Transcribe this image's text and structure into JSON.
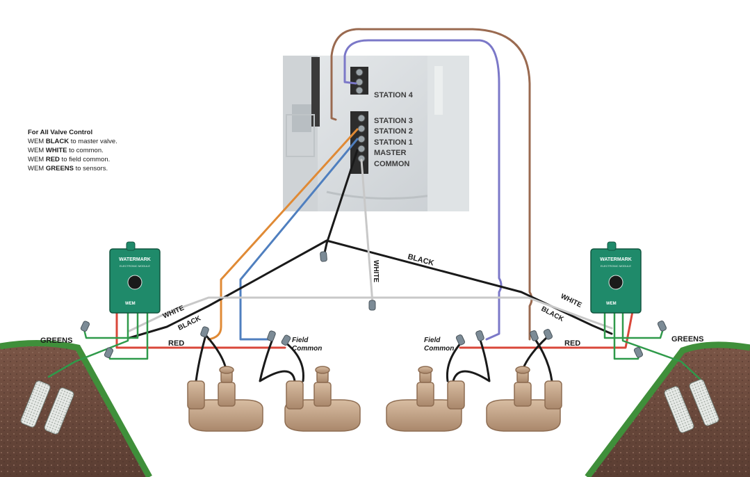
{
  "instructions": {
    "title": "For All Valve Control",
    "lines": [
      {
        "prefix": "WEM ",
        "wire": "BLACK",
        "suffix": " to master valve."
      },
      {
        "prefix": "WEM ",
        "wire": "WHITE",
        "suffix": " to common."
      },
      {
        "prefix": "WEM ",
        "wire": "RED",
        "suffix": " to field common."
      },
      {
        "prefix": "WEM ",
        "wire": "GREENS",
        "suffix": " to sensors."
      }
    ]
  },
  "terminals": {
    "station4": "STATION 4",
    "station3": "STATION 3",
    "station2": "STATION 2",
    "station1": "STATION 1",
    "master": "MASTER",
    "common": "COMMON"
  },
  "wire_labels": {
    "black_center": "BLACK",
    "white_center": "WHITE",
    "white_left": "WHITE",
    "black_left": "BLACK",
    "red_left": "RED",
    "greens_left": "GREENS",
    "white_right": "WHITE",
    "black_right": "BLACK",
    "red_right": "RED",
    "greens_right": "GREENS"
  },
  "field_common_left": [
    "Field",
    "Common"
  ],
  "field_common_right": [
    "Field",
    "Common"
  ],
  "module": {
    "brand": "WATERMARK",
    "subtitle": "ELECTRONIC MODULE",
    "model": "WEM"
  },
  "colors": {
    "black_wire": "#1a1a1a",
    "white_wire": "#c8c8c8",
    "red_wire": "#d9473a",
    "green_wire": "#2f9a4a",
    "orange_wire": "#e08a35",
    "blue_wire": "#4f7fbf",
    "brown_wire": "#9a6a50",
    "purple_wire": "#7b78c8",
    "module": "#1f8a6a",
    "valve": "#c6a588",
    "soil": "#6f4c3e",
    "grass": "#3f8f3a",
    "panel": "#d9dde0"
  }
}
